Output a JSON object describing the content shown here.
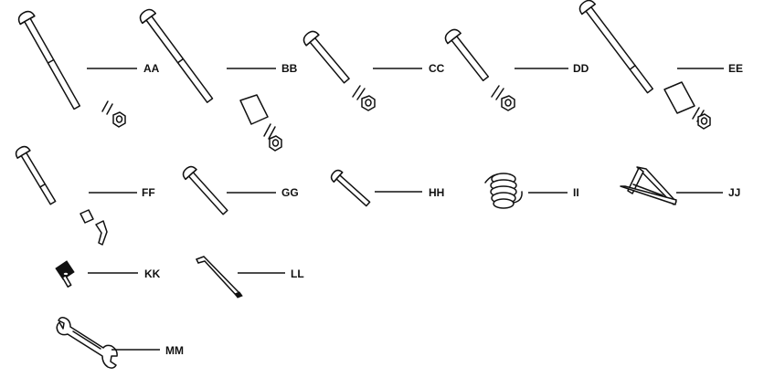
{
  "parts": [
    {
      "key": "aa",
      "label": "AA",
      "icon": "long-bolt-with-nut-icon"
    },
    {
      "key": "bb",
      "label": "BB",
      "icon": "long-bolt-spacer-nut-icon"
    },
    {
      "key": "cc",
      "label": "CC",
      "icon": "short-bolt-with-nut-icon"
    },
    {
      "key": "dd",
      "label": "DD",
      "icon": "short-bolt-with-nut-icon"
    },
    {
      "key": "ee",
      "label": "EE",
      "icon": "extra-long-bolt-spacer-nut-icon"
    },
    {
      "key": "ff",
      "label": "FF",
      "icon": "bolt-spacer-knob-icon"
    },
    {
      "key": "gg",
      "label": "GG",
      "icon": "carriage-bolt-icon"
    },
    {
      "key": "hh",
      "label": "HH",
      "icon": "small-bolt-icon"
    },
    {
      "key": "ii",
      "label": "II",
      "icon": "spring-icon"
    },
    {
      "key": "jj",
      "label": "JJ",
      "icon": "a-frame-bracket-icon"
    },
    {
      "key": "kk",
      "label": "KK",
      "icon": "knob-screw-icon"
    },
    {
      "key": "ll",
      "label": "LL",
      "icon": "allen-wrench-icon"
    },
    {
      "key": "mm",
      "label": "MM",
      "icon": "open-end-wrench-icon"
    }
  ]
}
